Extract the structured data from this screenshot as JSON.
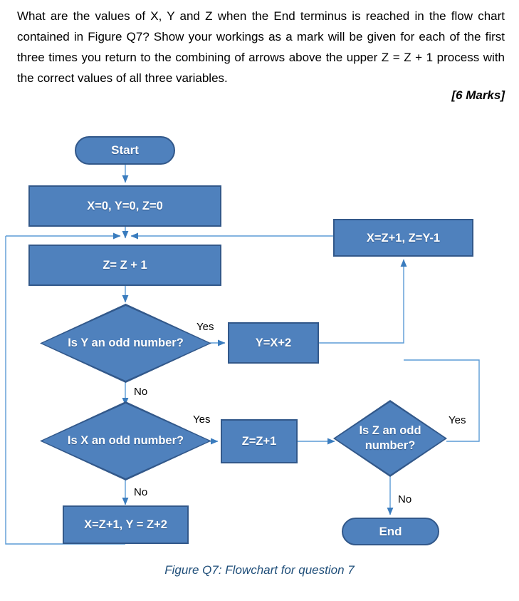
{
  "question": {
    "text": "What are the values of X, Y and Z when the End terminus is reached in the flow chart contained in Figure Q7? Show your workings as a mark will be given for each of the first three times you return to the combining of arrows above the upper Z = Z + 1 process with the correct values of all three variables.",
    "marks": "[6 Marks]"
  },
  "figure": {
    "caption": "Figure Q7: Flowchart for question 7"
  },
  "colors": {
    "node_fill": "#4F81BD",
    "node_border": "#32588A",
    "connector": "#5B9BD5",
    "node_text": "#FFFFFF",
    "caption_text": "#1F4E79",
    "label_text": "#000000"
  },
  "chart_data": {
    "type": "diagram",
    "title": "Figure Q7: Flowchart for question 7",
    "nodes": [
      {
        "id": "start",
        "kind": "terminator",
        "label": "Start"
      },
      {
        "id": "init",
        "kind": "process",
        "label": "X=0, Y=0, Z=0"
      },
      {
        "id": "zinc",
        "kind": "process",
        "label": "Z= Z + 1"
      },
      {
        "id": "decY",
        "kind": "decision",
        "label": "Is Y an odd number?"
      },
      {
        "id": "yx2",
        "kind": "process",
        "label": "Y=X+2"
      },
      {
        "id": "xz1zy1",
        "kind": "process",
        "label": "X=Z+1,  Z=Y-1"
      },
      {
        "id": "decX",
        "kind": "decision",
        "label": "Is X an odd number?"
      },
      {
        "id": "zz1",
        "kind": "process",
        "label": "Z=Z+1"
      },
      {
        "id": "decZ",
        "kind": "decision",
        "label": "Is Z an odd number?"
      },
      {
        "id": "xz1yz2",
        "kind": "process",
        "label": "X=Z+1, Y = Z+2"
      },
      {
        "id": "end",
        "kind": "terminator",
        "label": "End"
      }
    ],
    "edges": [
      {
        "from": "start",
        "to": "init",
        "label": ""
      },
      {
        "from": "init",
        "to": "zinc",
        "label": ""
      },
      {
        "from": "zinc",
        "to": "decY",
        "label": ""
      },
      {
        "from": "decY",
        "to": "yx2",
        "label": "Yes"
      },
      {
        "from": "decY",
        "to": "decX",
        "label": "No"
      },
      {
        "from": "yx2",
        "to": "xz1zy1",
        "label": ""
      },
      {
        "from": "xz1zy1",
        "to": "zinc",
        "label": ""
      },
      {
        "from": "decX",
        "to": "zz1",
        "label": "Yes"
      },
      {
        "from": "decX",
        "to": "xz1yz2",
        "label": "No"
      },
      {
        "from": "zz1",
        "to": "decZ",
        "label": ""
      },
      {
        "from": "decZ",
        "to": "xz1zy1",
        "label": "Yes"
      },
      {
        "from": "decZ",
        "to": "end",
        "label": "No"
      },
      {
        "from": "xz1yz2",
        "to": "zinc",
        "label": ""
      }
    ],
    "edge_labels": {
      "decY_yes": "Yes",
      "decY_no": "No",
      "decX_yes": "Yes",
      "decX_no": "No",
      "decZ_yes": "Yes",
      "decZ_no": "No"
    }
  }
}
